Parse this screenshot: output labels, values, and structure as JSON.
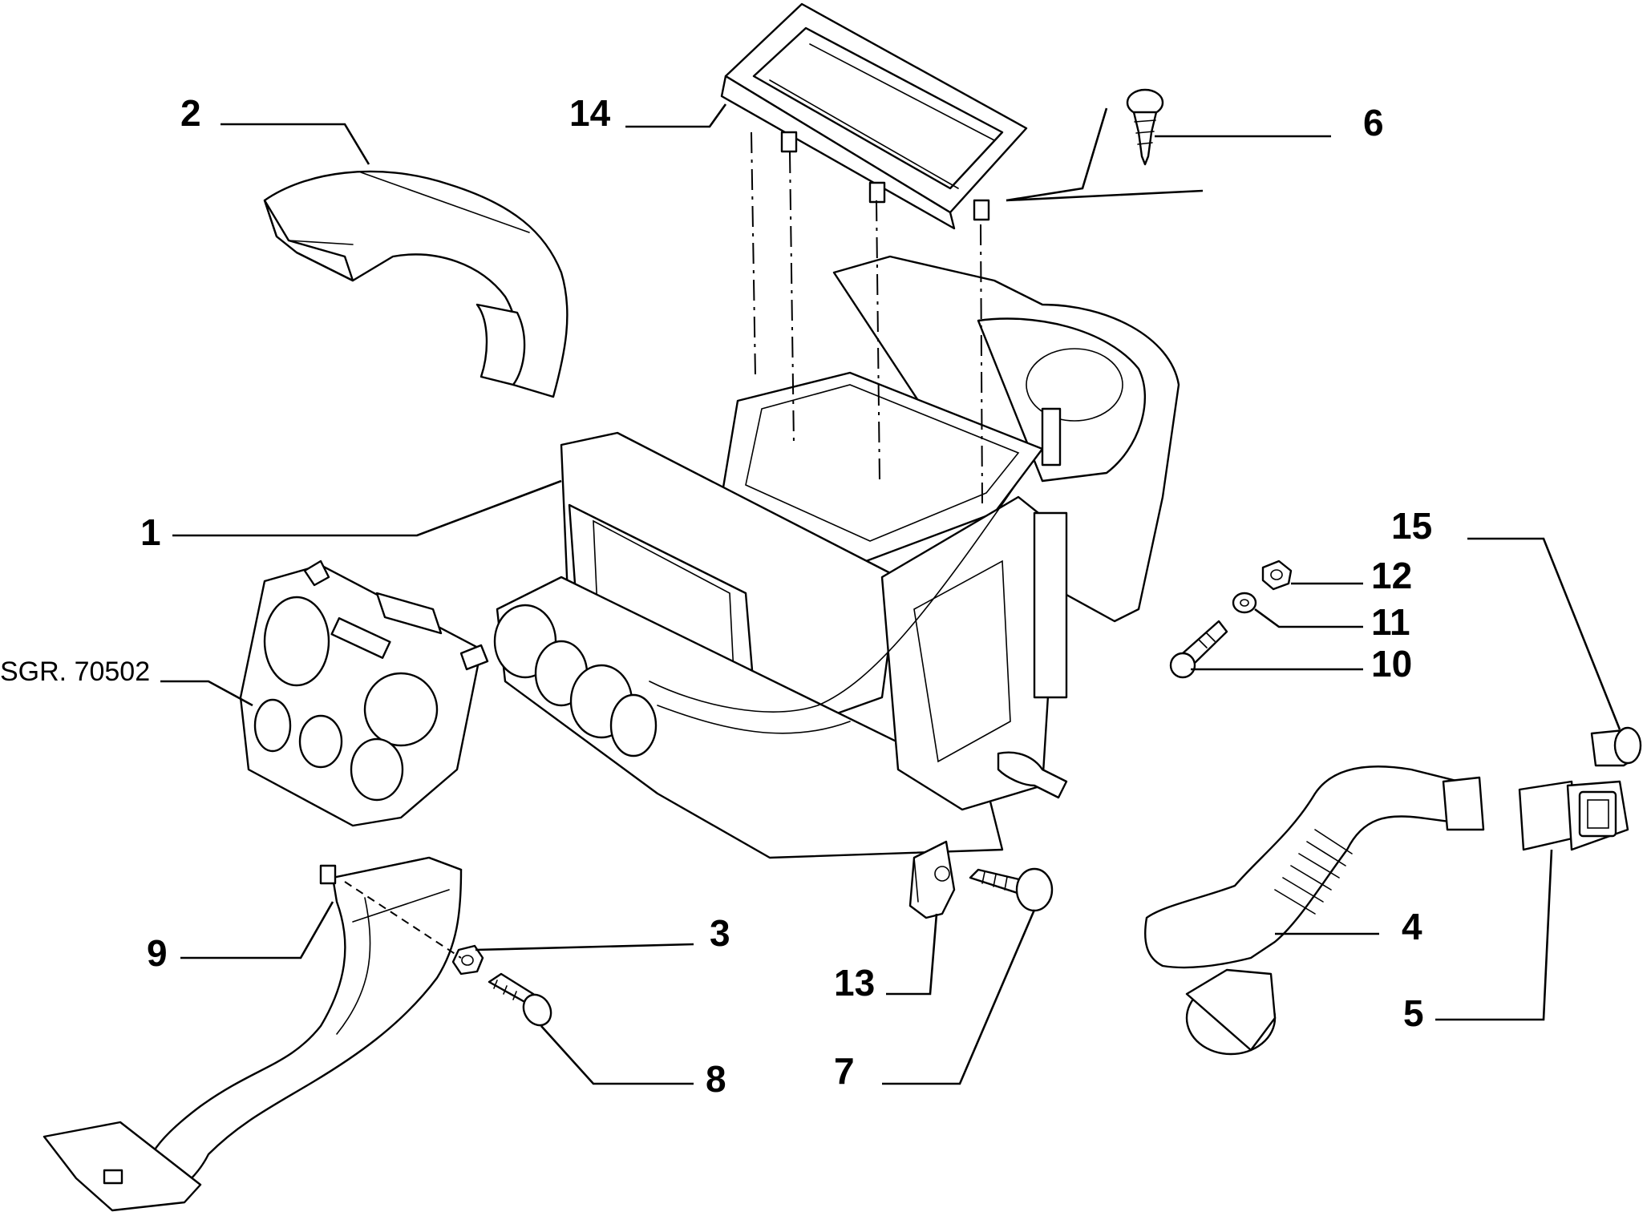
{
  "callouts": [
    {
      "id": "1",
      "text": "1"
    },
    {
      "id": "2",
      "text": "2"
    },
    {
      "id": "3",
      "text": "3"
    },
    {
      "id": "4",
      "text": "4"
    },
    {
      "id": "5",
      "text": "5"
    },
    {
      "id": "6",
      "text": "6"
    },
    {
      "id": "7",
      "text": "7"
    },
    {
      "id": "8",
      "text": "8"
    },
    {
      "id": "9",
      "text": "9"
    },
    {
      "id": "10",
      "text": "10"
    },
    {
      "id": "11",
      "text": "11"
    },
    {
      "id": "12",
      "text": "12"
    },
    {
      "id": "13",
      "text": "13"
    },
    {
      "id": "14",
      "text": "14"
    },
    {
      "id": "15",
      "text": "15"
    }
  ],
  "reference": {
    "text": "SGR. 70502"
  }
}
